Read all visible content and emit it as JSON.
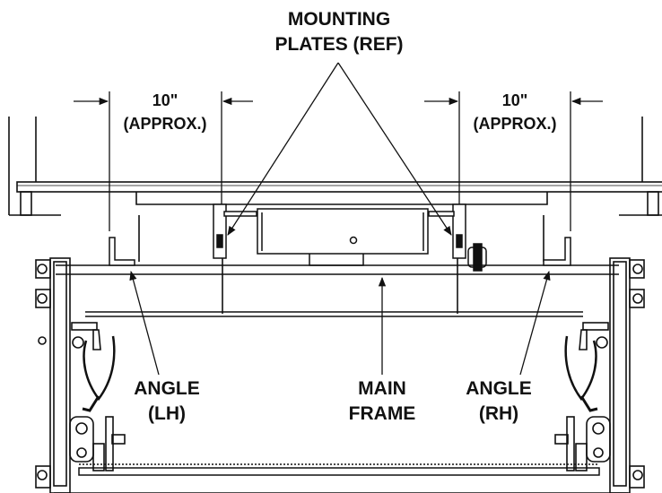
{
  "labels": {
    "mounting_plates_line1": "MOUNTING",
    "mounting_plates_line2": "PLATES (REF)",
    "dim_left_value": "10\"",
    "dim_left_note": "(APPROX.)",
    "dim_right_value": "10\"",
    "dim_right_note": "(APPROX.)",
    "angle_lh_line1": "ANGLE",
    "angle_lh_line2": "(LH)",
    "main_frame_line1": "MAIN",
    "main_frame_line2": "FRAME",
    "angle_rh_line1": "ANGLE",
    "angle_rh_line2": "(RH)"
  },
  "colors": {
    "line": "#111111",
    "background": "#ffffff"
  }
}
